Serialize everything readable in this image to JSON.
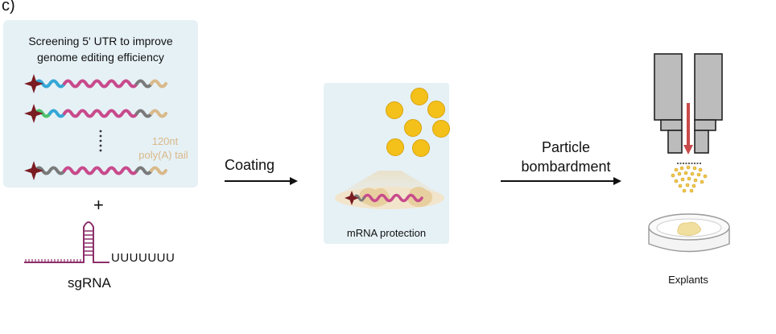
{
  "panel_label": "c)",
  "screening": {
    "title_line1": "Screening 5' UTR to improve",
    "title_line2": "genome editing efficiency",
    "tail_line1": "120nt",
    "tail_line2": "poly(A) tail"
  },
  "plus": "+",
  "sgrna": {
    "label": "sgRNA",
    "poly_u": "UUUUUUU"
  },
  "coating_label": "Coating",
  "mrna_protection_label": "mRNA protection",
  "bombardment_line1": "Particle",
  "bombardment_line2": "bombardment",
  "explants_label": "Explants",
  "colors": {
    "panel_bg": "#e6f1f6",
    "cap_star": "#7a1c22",
    "coding_strand": "#c84a8c",
    "utr_blue": "#35a7d6",
    "utr_green": "#4cc26a",
    "utr_gray": "#7a7a7a",
    "poly_a_tail": "#d9b98a",
    "sgrna": "#8c2f6a",
    "gold_particle": "#f4c01a",
    "gun_body": "#bcbcbc",
    "arrow": "#111111"
  }
}
